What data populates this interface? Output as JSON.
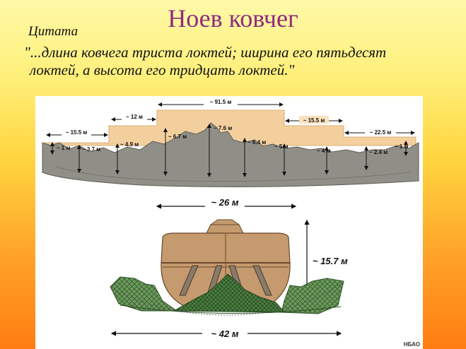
{
  "slide": {
    "title": "Ноев ковчег",
    "subtitle": "Цитата",
    "quote": "\"...длина ковчега триста локтей; ширина его пятьдесят локтей, а высота его тридцать локтей.\""
  },
  "side_view": {
    "top_labels": [
      "~ 12 м",
      "~ 91.5 м",
      "~ 15.5 м",
      "~ 15.5 м",
      "~ 22.5 м"
    ],
    "depth_labels": [
      "~ 1 м",
      "~ 3.7 м",
      "~ 4.9 м",
      "~ 6.7 м",
      "~ 7.6 м",
      "~ 6.4 м",
      "~ 5 м",
      "~ 4 м",
      "~ 2.4 м",
      "~ 1 м"
    ]
  },
  "cross_section": {
    "width_top": "~ 26 м",
    "height": "~ 15.7 м",
    "width_bottom": "~ 42 м",
    "credit": "НБАО"
  },
  "colors": {
    "title": "#8e2b7f",
    "hull": "#f4cf9e",
    "ground": "#8f8f87",
    "cross_ground": "#6f9b5f",
    "cross_hull": "#c49a6e"
  }
}
